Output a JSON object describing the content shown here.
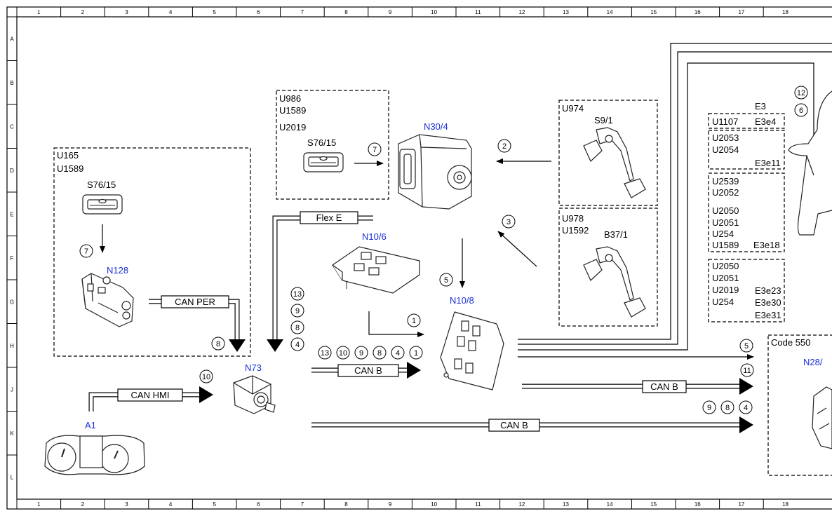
{
  "ruler": {
    "columns": [
      "1",
      "2",
      "3",
      "4",
      "5",
      "6",
      "7",
      "8",
      "9",
      "10",
      "11",
      "12",
      "13",
      "14",
      "15",
      "16",
      "17",
      "18"
    ],
    "rows": [
      "A",
      "B",
      "C",
      "D",
      "E",
      "F",
      "G",
      "H",
      "J",
      "K",
      "L"
    ]
  },
  "components": {
    "a1": "A1",
    "n73": "N73",
    "n128": "N128",
    "n10_6": "N10/6",
    "n10_8": "N10/8",
    "n30_4": "N30/4",
    "n28": "N28/",
    "s76_15_left": "S76/15",
    "s76_15_top": "S76/15",
    "s9_1": "S9/1",
    "b37_1": "B37/1",
    "e3": "E3"
  },
  "boxes": {
    "left_codes": [
      "U165",
      "U1589"
    ],
    "top_codes": [
      "U986",
      "U1589",
      "U2019"
    ],
    "s9_codes": [
      "U974"
    ],
    "b37_codes": [
      "U978",
      "U1592"
    ],
    "code550": "Code 550",
    "e3_box1": {
      "codes": [
        "U1107"
      ],
      "tag": "E3e4"
    },
    "e3_box2": {
      "codes": [
        "U2053",
        "U2054"
      ],
      "tag": "E3e11"
    },
    "e3_box3": {
      "codes": [
        "U2539",
        "U2052",
        "U2050",
        "U2051",
        "U254",
        "U1589"
      ],
      "tag": "E3e18"
    },
    "e3_box4": {
      "codes": [
        "U2050",
        "U2051",
        "U2019",
        "U254"
      ],
      "tags": [
        "E3e23",
        "E3e30",
        "E3e31"
      ]
    }
  },
  "buses": {
    "can_per": "CAN PER",
    "can_hmi": "CAN HMI",
    "can_b_1": "CAN B",
    "can_b_2": "CAN B",
    "can_b_3": "CAN B",
    "flex_e": "Flex E"
  },
  "callouts": {
    "c_s76l_to_n128": "7",
    "c_can_per": "8",
    "c_can_hmi": "10",
    "c_s76t_to_n30": "7",
    "c_s9_to_n30": "2",
    "c_b37_to_n30": "3",
    "c_n30_to_n108": "5",
    "c_n106_to_n108": "1",
    "c_n73_stack": [
      "13",
      "9",
      "8",
      "4"
    ],
    "c_canb_row": [
      "13",
      "10",
      "9",
      "8",
      "4",
      "1"
    ],
    "c_right_5": "5",
    "c_right_11": "11",
    "c_right_row": [
      "9",
      "8",
      "4"
    ],
    "c_top_12": "12",
    "c_top_6": "6"
  }
}
